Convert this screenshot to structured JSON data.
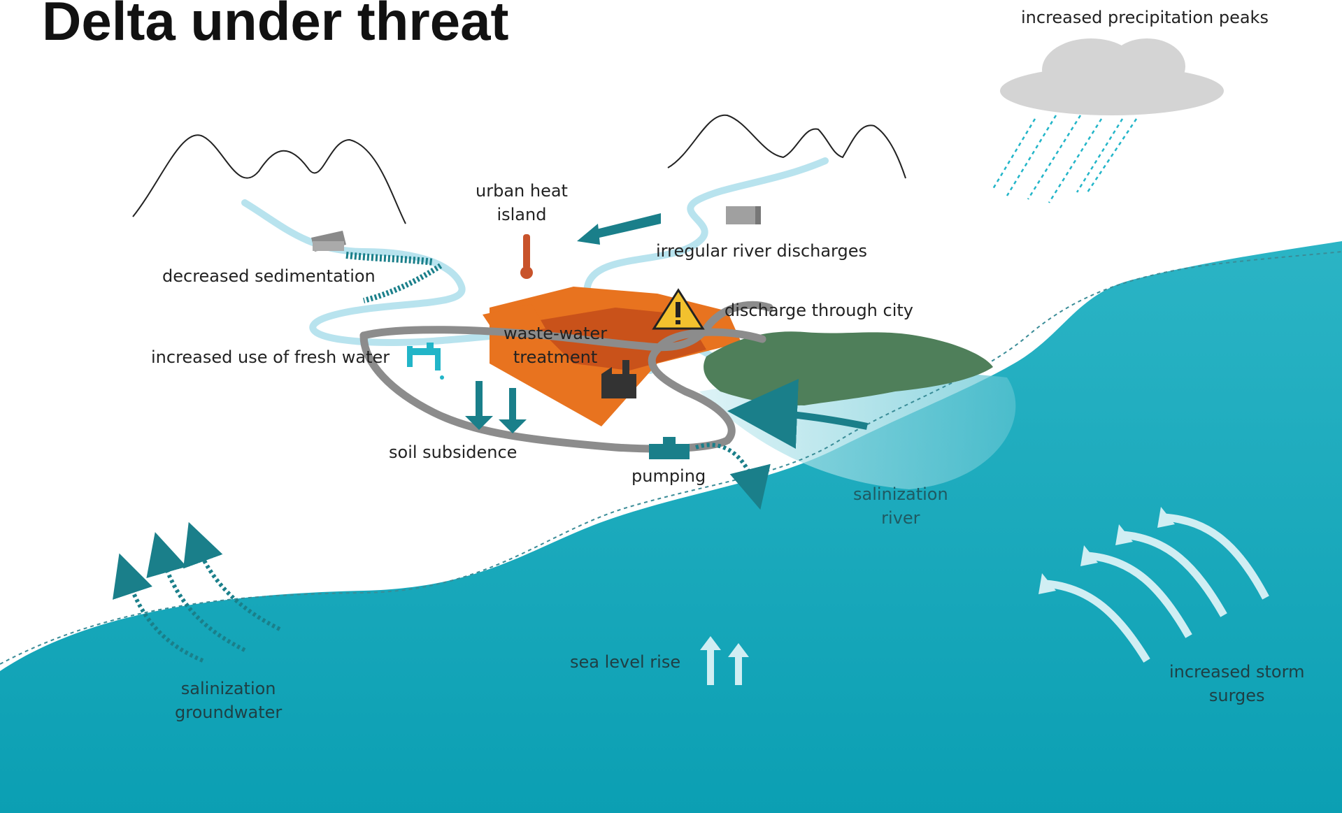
{
  "title": "Delta under threat",
  "labels": {
    "precipitation": "increased precipitation peaks",
    "urban_heat_1": "urban heat",
    "urban_heat_2": "island",
    "irregular_discharges": "irregular river discharges",
    "decreased_sedimentation": "decreased sedimentation",
    "discharge_city": "discharge through city",
    "waste_water_1": "waste-water",
    "waste_water_2": "treatment",
    "fresh_water": "increased use of fresh water",
    "soil_subsidence": "soil subsidence",
    "pumping": "pumping",
    "salinization_river_1": "salinization",
    "salinization_river_2": "river",
    "salinization_gw_1": "salinization",
    "salinization_gw_2": "groundwater",
    "sea_level_rise": "sea level rise",
    "storm_surges_1": "increased storm",
    "storm_surges_2": "surges"
  },
  "colors": {
    "sea": "#0ea5b8",
    "sea_light": "#7fd3df",
    "river": "#b8e3ee",
    "city": "#e8731f",
    "city_dark": "#c9521a",
    "forest": "#4f7f5a",
    "road": "#9a9a9a",
    "cloud": "#d4d4d4",
    "rain": "#22b5c8",
    "arrow_teal": "#1a7f8a",
    "thermo": "#c8532b",
    "warning": "#f2c12e"
  }
}
